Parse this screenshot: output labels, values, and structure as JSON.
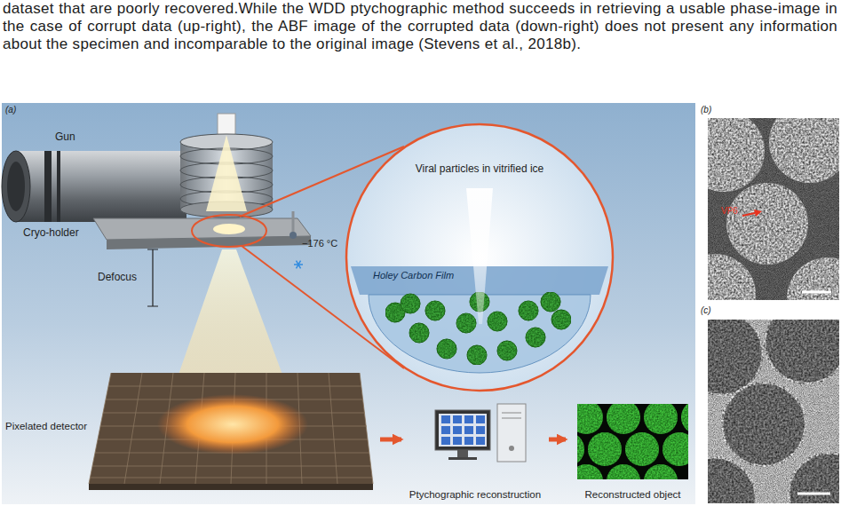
{
  "diagram": {
    "caption": "dataset that are poorly recovered.While the WDD ptychographic method succeeds in retrieving a usable phase-image in the case of corrupt data (up-right), the ABF image of the corrupted data (down-right) does not present any information about the specimen and incomparable to the original image (Stevens et al., 2018b).",
    "nodes": [
      {
        "text": [
          "Pixelated detector"
        ]
      },
      {
        "text": [
          "Ptychographic reconstruction"
        ]
      },
      {
        "text": [
          "Reconstructed object"
        ]
      }
    ],
    "edges": [
      {
        "from": 0,
        "to": 1,
        "arrow": "to"
      },
      {
        "from": 1,
        "to": 2,
        "arrow": "to"
      }
    ],
    "labels": [
      "(a)",
      "Gun",
      "Cryo-holder",
      "−176 °C",
      "Defocus",
      "Viral particles in vitrified ice",
      "Holey Carbon Film",
      "(b)",
      "VP6",
      "(c)"
    ]
  }
}
